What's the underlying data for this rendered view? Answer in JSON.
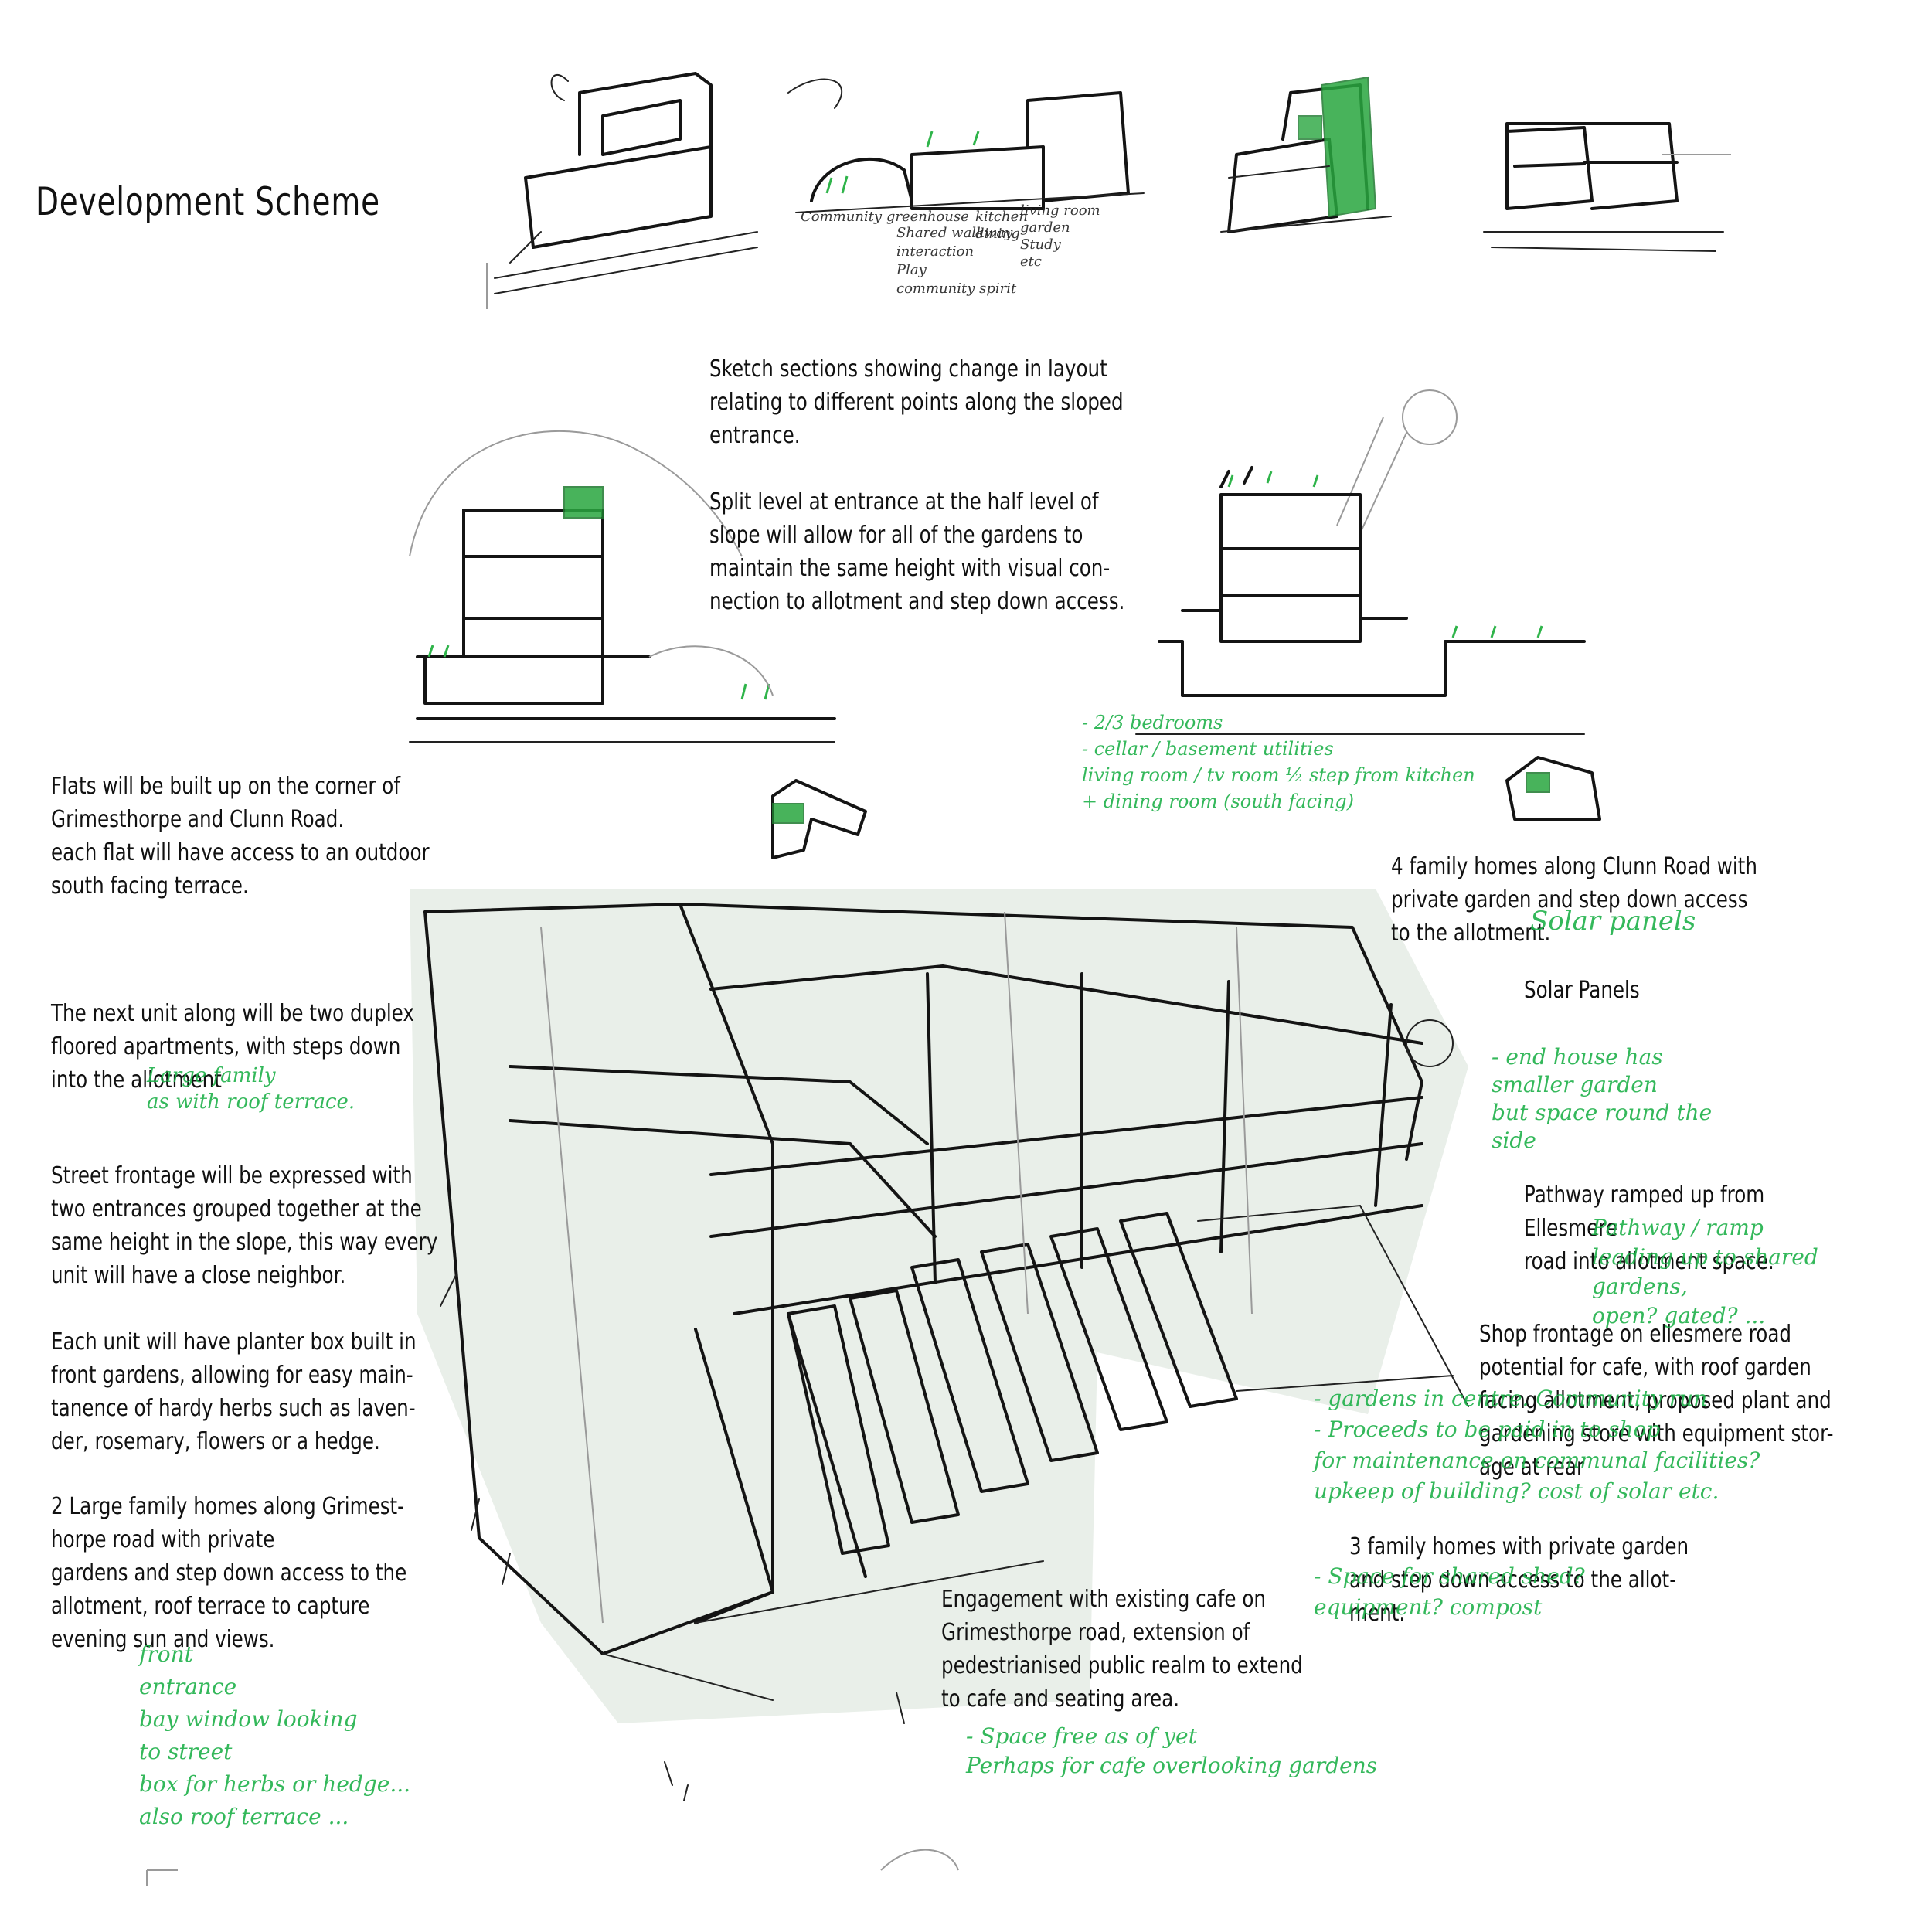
{
  "title": "Development Scheme",
  "notes": {
    "sections": "Sketch sections showing change in layout\nrelating to different points along the sloped\nentrance.\n\nSplit level at entrance at the half level of\nslope will allow for all of the gardens to\nmaintain the same height with visual con-\nnection to allotment and step down access.",
    "flats": "Flats will be built up on the corner of\nGrimesthorpe and Clunn Road.\neach flat will have access to an outdoor\nsouth facing terrace.",
    "duplex": "The next unit along will be two duplex\nfloored apartments, with steps down\ninto the allotment",
    "frontage": "Street frontage will be expressed with\ntwo entrances grouped together at the\nsame height in the slope, this way every\nunit will have a close neighbor.",
    "planter": "Each unit will have planter box built in\nfront gardens, allowing for easy main-\ntanence of hardy herbs such as laven-\nder, rosemary, flowers or a hedge.",
    "large_homes": "2 Large family homes along Grimest-\nhorpe road with private\ngardens and step down access to the\nallotment, roof terrace to capture\nevening sun and views.",
    "clunn_homes": "4 family homes along Clunn Road with\nprivate garden and step down access\nto the allotment.",
    "solar": "Solar Panels",
    "pathway": "Pathway ramped up from Ellesmere\nroad into allotment space.",
    "shop": "Shop frontage on ellesmere road\npotential for cafe, with roof garden\nfacing allotment, proposed plant and\ngardening store with equipment stor-\nage at rear",
    "three_homes": "3 family homes with private garden\nand step down access to the allot-\nment.",
    "cafe": "Engagement with existing cafe on\nGrimesthorpe road, extension of\npedestrianised public realm to extend\nto cafe and seating area."
  },
  "handwritten": {
    "sketch1": "Community greenhouse",
    "sketch2": "Shared walkway\ninteraction\nPlay\ncommunity spirit",
    "sketch3": "kitchen\ndining",
    "sketch4": "living room\ngarden\nStudy\netc",
    "bedrooms": "- 2/3 bedrooms\n- cellar / basement utilities\n  living room / tv room ½ step from kitchen\n  + dining room (south facing)",
    "solar_hand": "Solar panels",
    "family_terrace": "Large family\nas with roof terrace.",
    "end_house": "- end house has\n  smaller garden\n  but space round the\n  side",
    "pathway_hand": "Pathway / ramp\nleading up to shared\ngardens,\nopen? gated? ...",
    "gardens": "- gardens in centre. Community run\n- Proceeds to be paid in to shop\n  for maintenance on communal facilities?\n  upkeep of building? cost of solar etc.",
    "shed": "- Space for shared shed?\n  equipment?     compost",
    "space_free": "- Space free as of yet\n  Perhaps for cafe overlooking gardens",
    "front": "front\nentrance\nbay window looking\nto street\nbox for herbs or hedge...\nalso roof terrace ..."
  },
  "colors": {
    "ink": "#141414",
    "accent_green": "#1fb14a"
  }
}
